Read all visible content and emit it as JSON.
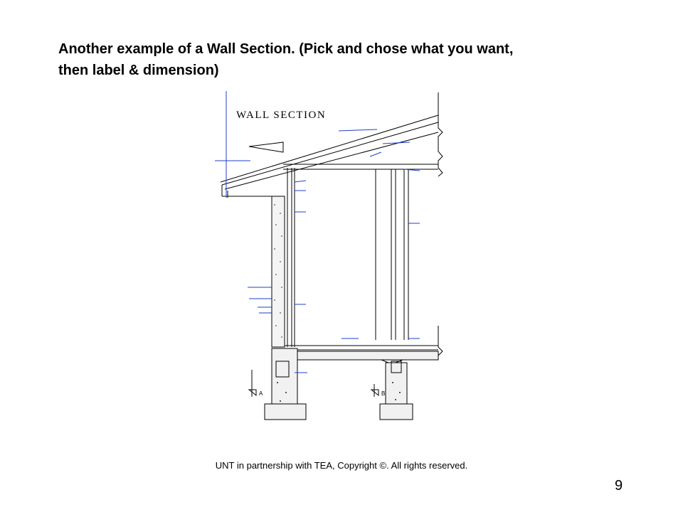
{
  "slide": {
    "title_line1": "Another example of a Wall Section. (Pick and chose what you want,",
    "title_line2": "then label & dimension)",
    "footer": "UNT in partnership with TEA, Copyright ©. All rights reserved.",
    "page_number": "9"
  },
  "drawing": {
    "heading": "WALL SECTION",
    "grid_markers": [
      "A",
      "B"
    ]
  },
  "colors": {
    "ink": "#000000",
    "leader": "#1f3fd0"
  }
}
